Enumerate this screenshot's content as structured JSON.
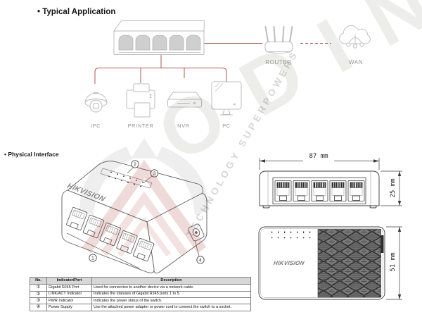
{
  "sections": {
    "bullet": "•",
    "typical_application": "Typical Application",
    "physical_interface": "Physical Interface"
  },
  "topology": {
    "labels": {
      "router": "ROUTER",
      "wan": "WAN",
      "ipc": "IPC",
      "printer": "PRINTER",
      "nvr": "NVR",
      "pc": "PC"
    },
    "switch_port_count": 5,
    "line_color": "#b0574f"
  },
  "physical": {
    "brand": "HIKVISION",
    "callouts": [
      "1",
      "2",
      "3",
      "4"
    ],
    "dimensions": {
      "width": "87 mm",
      "height": "25 mm",
      "depth": "51 mm"
    }
  },
  "table": {
    "headers": [
      "No.",
      "Indicator/Port",
      "Description"
    ],
    "rows": [
      [
        "①",
        "Gigabit RJ45 Port",
        "Used for connection to another device via a network cable."
      ],
      [
        "②",
        "LINK/ACT Indicator",
        "Indicates the statuses of Gigabit RJ45 ports 1 to 5."
      ],
      [
        "③",
        "PWR Indicator",
        "Indicates the power status of the switch."
      ],
      [
        "④",
        "Power Supply",
        "Use the attached power adapter or power cord to connect the switch to a socket."
      ]
    ]
  },
  "watermark": {
    "brand": "ODIN",
    "tagline": "TECHNOLOGY SUPERPOWERS"
  },
  "colors": {
    "accent_red": "#b0574f",
    "icon_gray": "#bcbcbc",
    "drawing_gray": "#5f5f5f",
    "table_header_bg": "#d7d7d7"
  }
}
